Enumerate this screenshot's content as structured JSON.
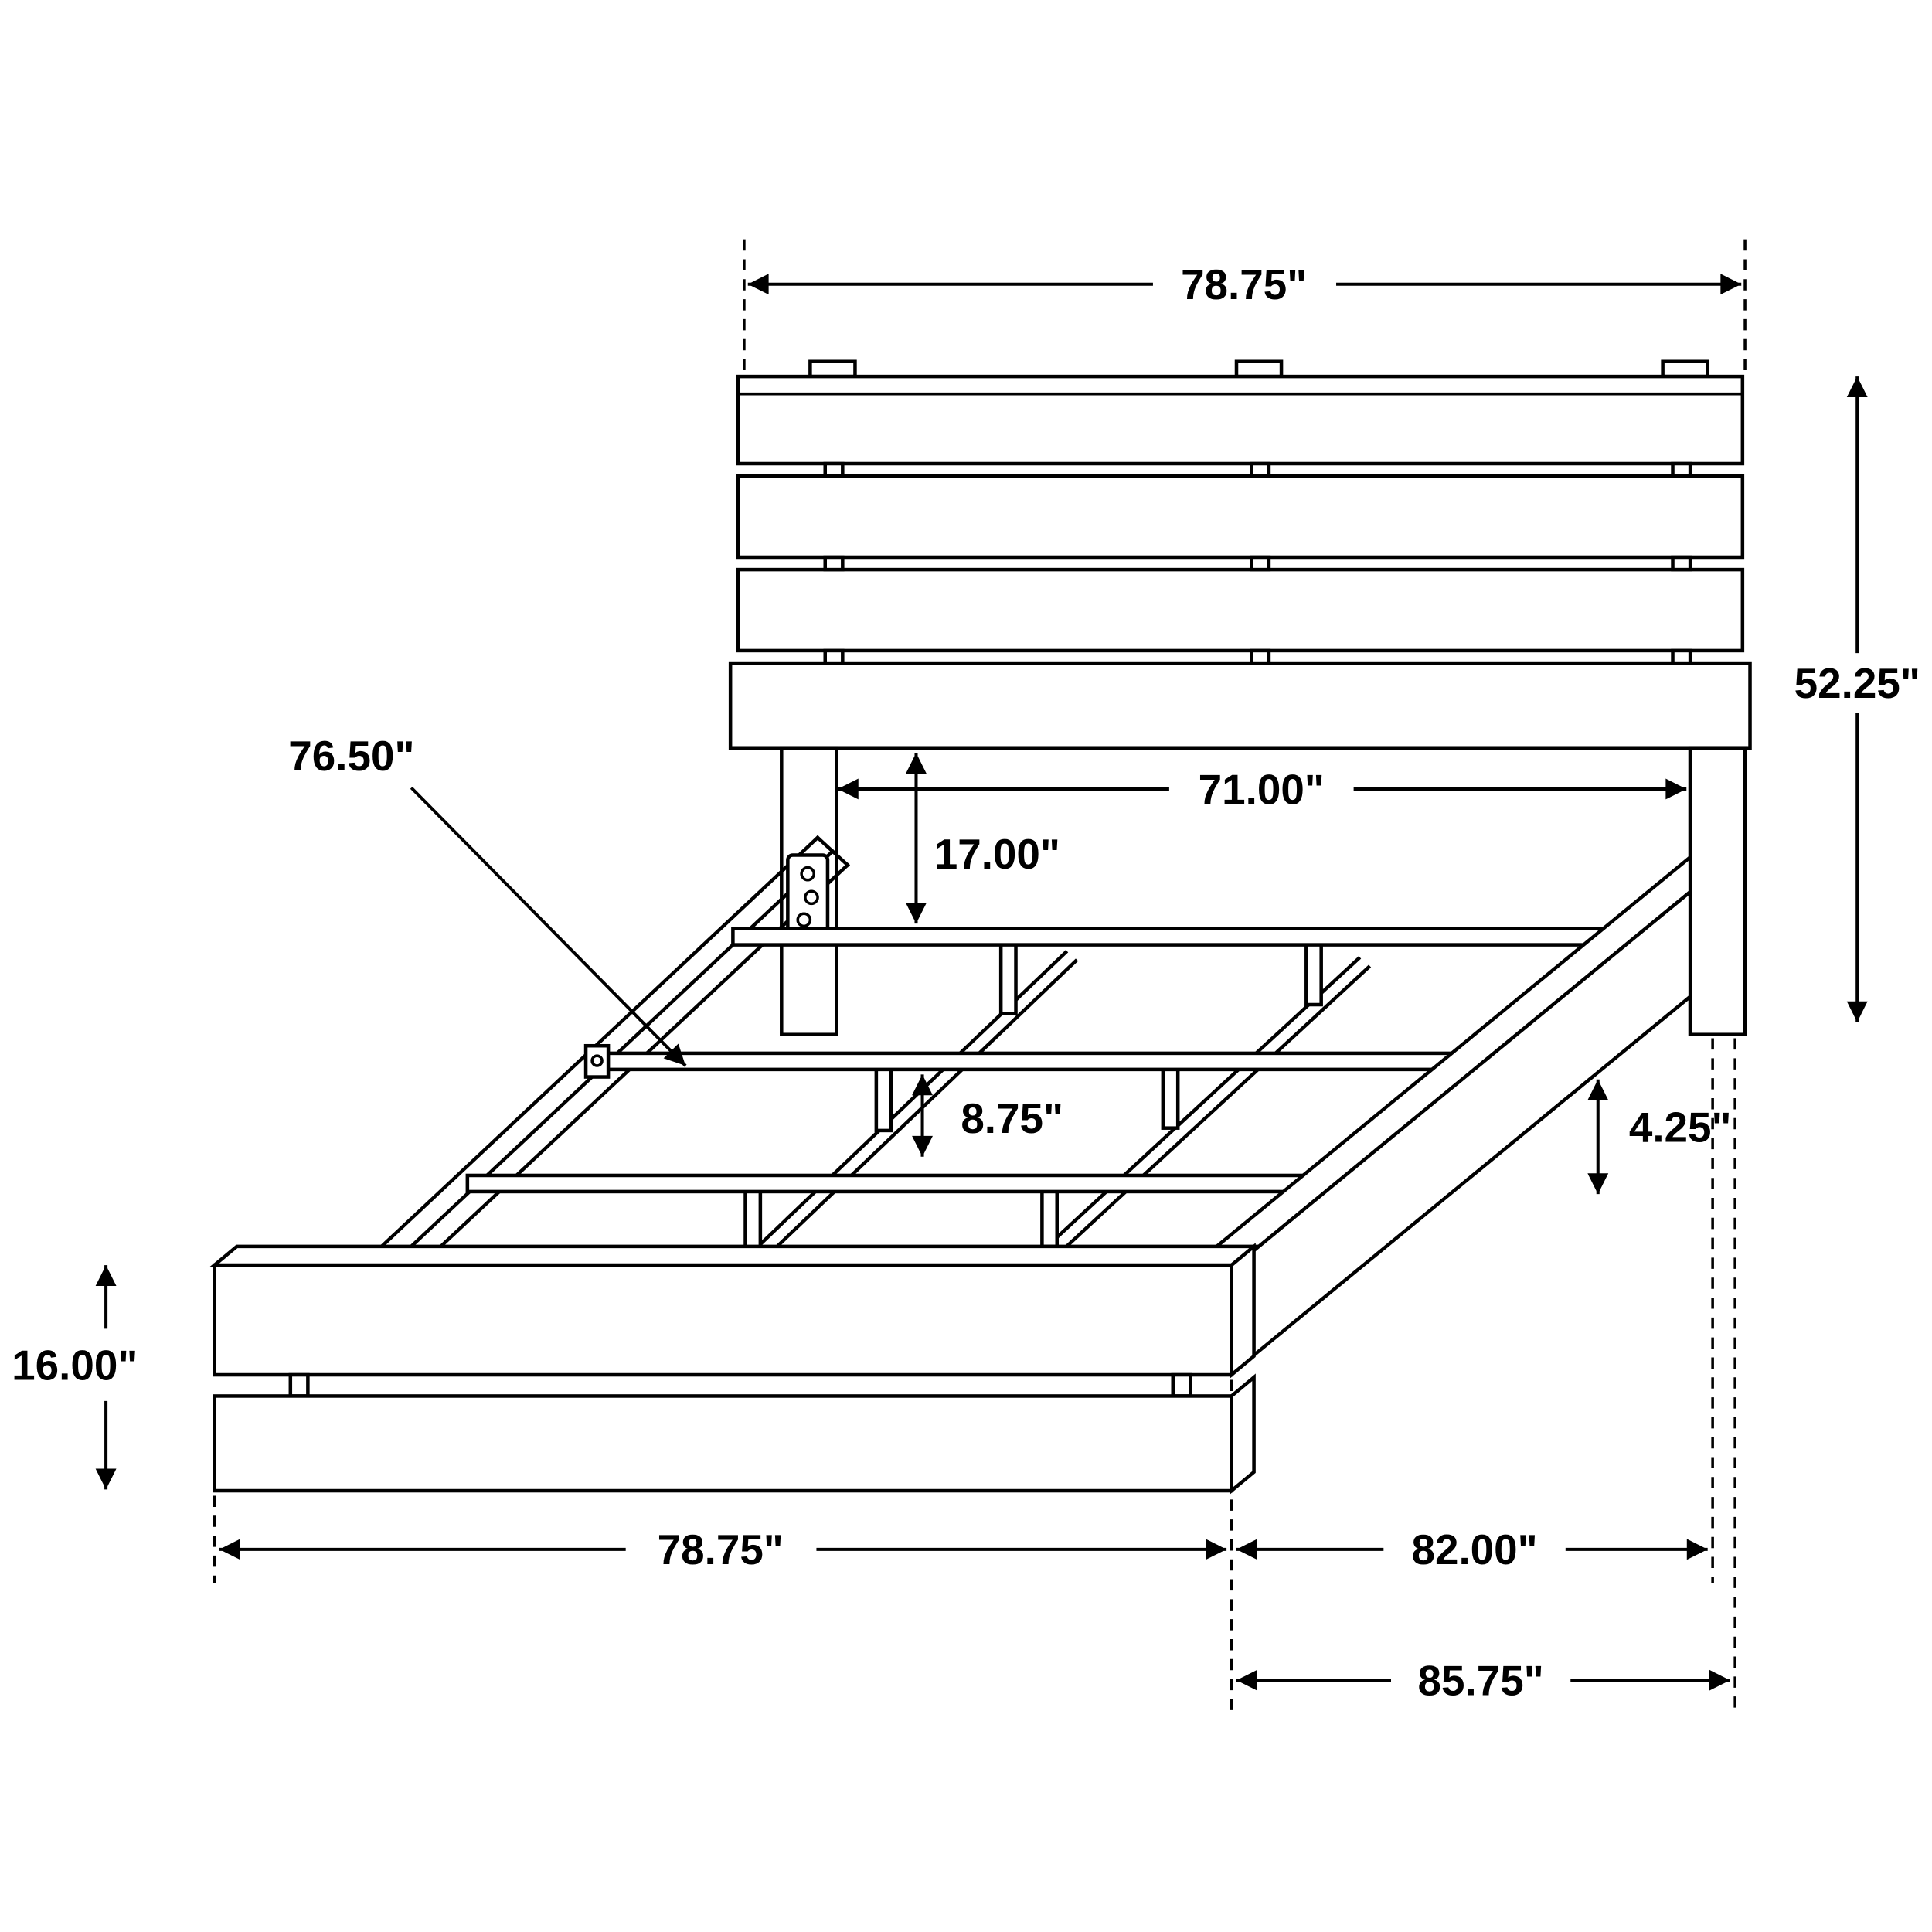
{
  "diagram": {
    "type": "furniture-dimension-drawing",
    "subject": "platform bed frame with slatted headboard",
    "unit_mark": "\"",
    "stroke_color": "#000000",
    "background_color": "#ffffff",
    "dimensions": {
      "headboard_width": {
        "label": "78.75\""
      },
      "headboard_height": {
        "label": "52.25\""
      },
      "inner_width": {
        "label": "71.00\""
      },
      "headboard_to_slat": {
        "label": "17.00\""
      },
      "slat_length": {
        "label": "76.50\""
      },
      "slat_support_height": {
        "label": "8.75\""
      },
      "side_rail_height": {
        "label": "4.25\""
      },
      "footboard_height": {
        "label": "16.00\""
      },
      "footboard_width": {
        "label": "78.75\""
      },
      "frame_length": {
        "label": "82.00\""
      },
      "overall_length": {
        "label": "85.75\""
      }
    }
  }
}
